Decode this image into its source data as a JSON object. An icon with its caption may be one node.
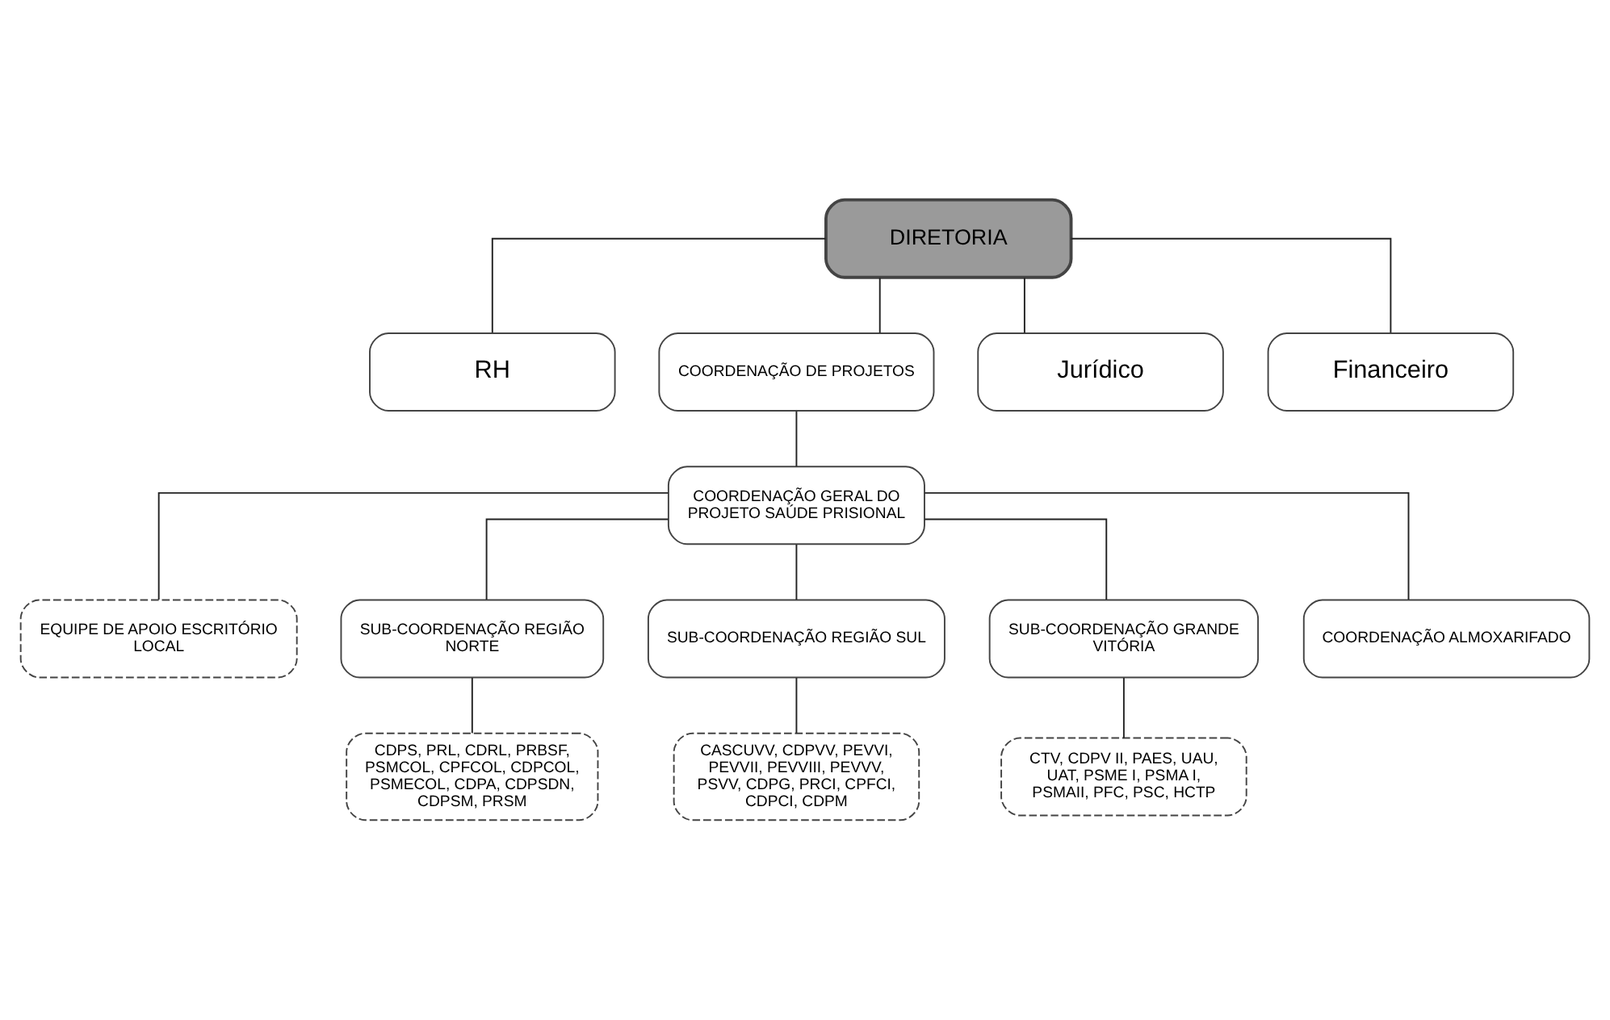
{
  "diagram": {
    "nodes": [
      {
        "text": [
          "DIRETORIA"
        ]
      },
      {
        "text": [
          "RH"
        ]
      },
      {
        "text": [
          "COORDENAÇÃO DE PROJETOS"
        ]
      },
      {
        "text": [
          "Jurídico"
        ]
      },
      {
        "text": [
          "Financeiro"
        ]
      },
      {
        "text": [
          "COORDENAÇÃO GERAL DO PROJETO SAÚDE PRISIONAL"
        ]
      },
      {
        "text": [
          "EQUIPE DE APOIO ESCRITÓRIO LOCAL"
        ]
      },
      {
        "text": [
          "SUB-COORDENAÇÃO REGIÃO NORTE"
        ]
      },
      {
        "text": [
          "SUB-COORDENAÇÃO REGIÃO SUL"
        ]
      },
      {
        "text": [
          "SUB-COORDENAÇÃO GRANDE VITÓRIA"
        ]
      },
      {
        "text": [
          "COORDENAÇÃO ALMOXARIFADO"
        ]
      },
      {
        "text": [
          "CDPS, PRL, CDRL, PRBSF, PSMCOL, CPFCOL, CDPCOL, PSMECOL, CDPA, CDPSDN, CDPSM, PRSM"
        ]
      },
      {
        "text": [
          "CASCUVV, CDPVV, PEVVI, PEVVII, PEVVIII, PEVVV, PSVV, CDPG, PRCI, CPFCI, CDPCI, CDPM"
        ]
      },
      {
        "text": [
          "CTV, CDPV II, PAES, UAU, UAT, PSME I, PSMA I, PSMAII, PFC, PSC, HCTP"
        ]
      }
    ],
    "edges": [
      {
        "from": 0,
        "to": 1,
        "arrow": "none"
      },
      {
        "from": 0,
        "to": 2,
        "arrow": "none"
      },
      {
        "from": 0,
        "to": 3,
        "arrow": "none"
      },
      {
        "from": 0,
        "to": 4,
        "arrow": "none"
      },
      {
        "from": 2,
        "to": 5,
        "arrow": "none"
      },
      {
        "from": 5,
        "to": 6,
        "arrow": "none"
      },
      {
        "from": 5,
        "to": 7,
        "arrow": "none"
      },
      {
        "from": 5,
        "to": 8,
        "arrow": "none"
      },
      {
        "from": 5,
        "to": 9,
        "arrow": "none"
      },
      {
        "from": 5,
        "to": 10,
        "arrow": "none"
      },
      {
        "from": 7,
        "to": 11,
        "arrow": "none"
      },
      {
        "from": 8,
        "to": 12,
        "arrow": "none"
      },
      {
        "from": 9,
        "to": 13,
        "arrow": "none"
      }
    ]
  }
}
